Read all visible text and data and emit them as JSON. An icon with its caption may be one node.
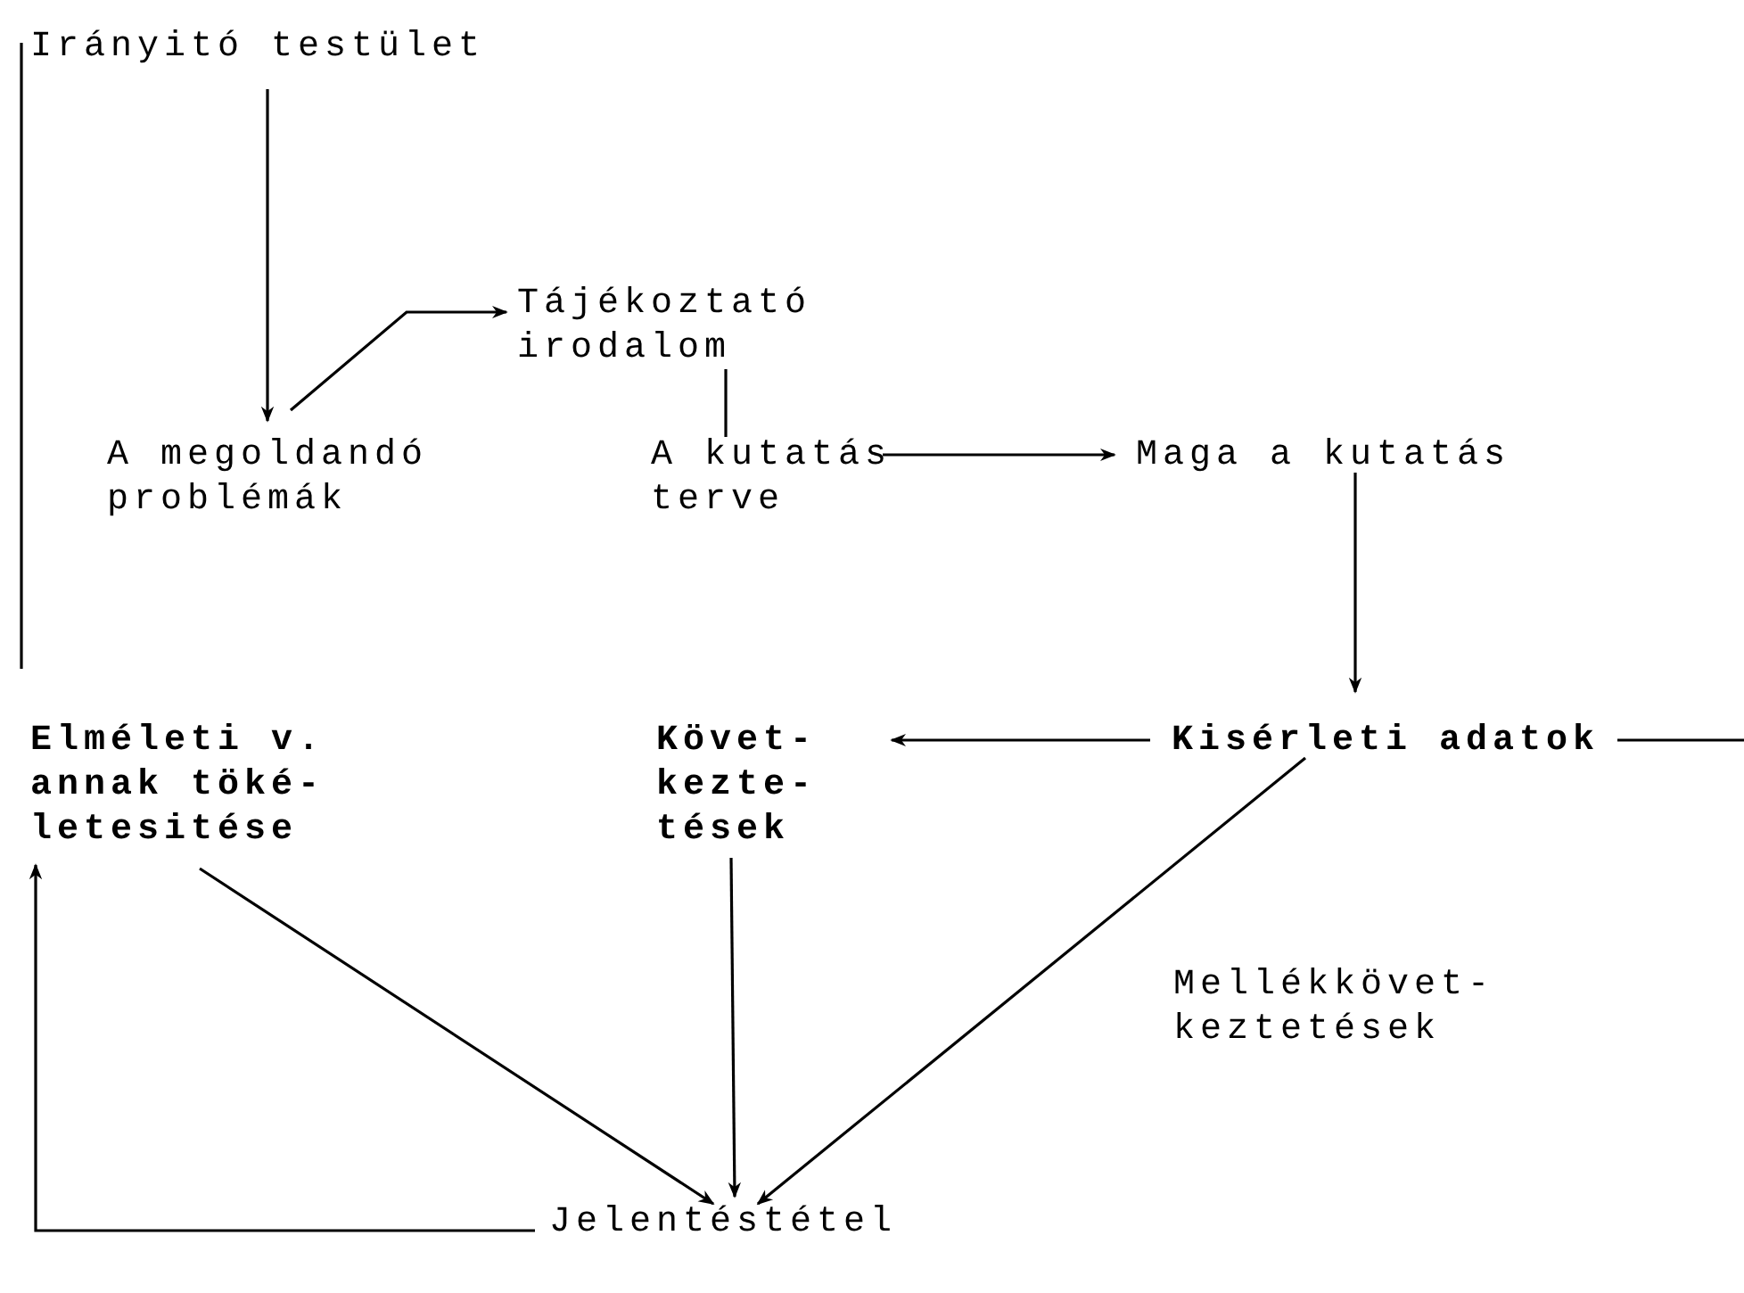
{
  "diagram": {
    "nodes": [
      {
        "text": [
          "Irányitó testület"
        ]
      },
      {
        "text": [
          "A megoldandó problémák"
        ]
      },
      {
        "text": [
          "Tájékoztató irodalom"
        ]
      },
      {
        "text": [
          "A kutatás terve"
        ]
      },
      {
        "text": [
          "Maga a kutatás"
        ]
      },
      {
        "text": [
          "Kisérleti adatok"
        ]
      },
      {
        "text": [
          "Elméleti v. annak töké- letesitése"
        ]
      },
      {
        "text": [
          "Követ- kezte- tések"
        ]
      },
      {
        "text": [
          "Jelentéstétel"
        ]
      }
    ],
    "edges": [
      {
        "from": 0,
        "to": 1,
        "arrow": "to"
      },
      {
        "from": 1,
        "to": 2,
        "arrow": "to"
      },
      {
        "from": 2,
        "to": 3,
        "arrow": "none"
      },
      {
        "from": 3,
        "to": 4,
        "arrow": "to"
      },
      {
        "from": 4,
        "to": 5,
        "arrow": "to"
      },
      {
        "from": 5,
        "to": 7,
        "arrow": "to"
      },
      {
        "from": 5,
        "to": null,
        "arrow": "none"
      },
      {
        "from": 5,
        "to": 8,
        "arrow": "to"
      },
      {
        "from": 6,
        "to": 8,
        "arrow": "to"
      },
      {
        "from": 7,
        "to": 8,
        "arrow": "to"
      },
      {
        "from": 8,
        "to": 6,
        "arrow": "to"
      },
      {
        "from": 0,
        "to": 6,
        "arrow": "none"
      }
    ],
    "labels": [
      "Mellékkövet- keztetések"
    ]
  }
}
